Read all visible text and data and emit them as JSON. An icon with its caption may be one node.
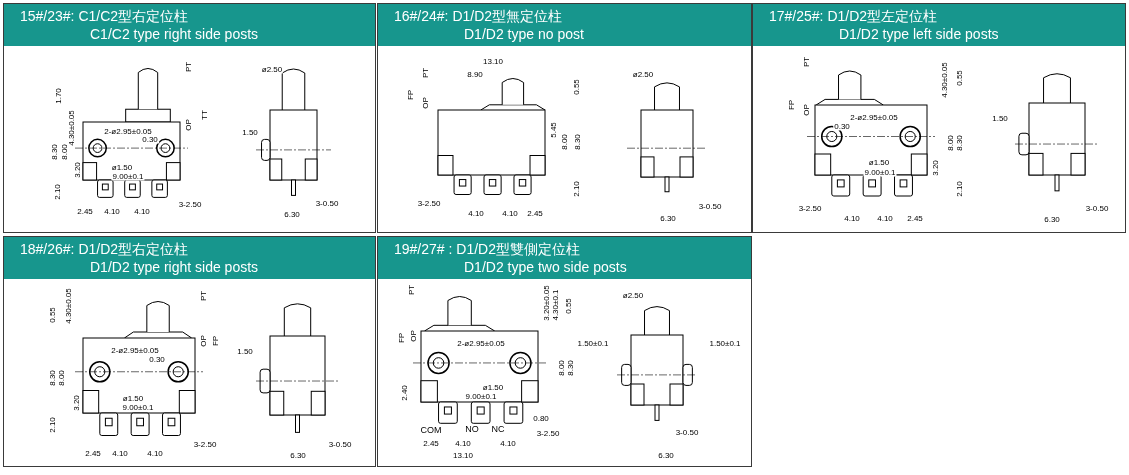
{
  "diagram": {
    "nodes": [
      {
        "text": [
          "15#/23#: C1/C2型右定位柱",
          "C1/C2 type right side posts"
        ]
      },
      {
        "text": [
          "16#/24#: D1/D2型無定位柱",
          "D1/D2 type no post"
        ]
      },
      {
        "text": [
          "17#/25#: D1/D2型左定位柱",
          "D1/D2 type left side posts"
        ]
      },
      {
        "text": [
          "18#/26#: D1/D2型右定位柱",
          "D1/D2 type right side posts"
        ]
      },
      {
        "text": [
          "19#/27# : D1/D2型雙側定位柱",
          "D1/D2 type two side posts"
        ]
      }
    ],
    "labels": [
      "PT",
      "OP",
      "TT",
      "1.70",
      "4.30±0.05",
      "8.30",
      "8.00",
      "3.20",
      "2.10",
      "2-ø2.95±0.05",
      "0.30",
      "ø1.50",
      "9.00±0.1",
      "2.45",
      "4.10",
      "4.10",
      "3-2.50",
      "ø2.50",
      "1.50",
      "3-0.50",
      "6.30",
      "PT",
      "FP",
      "OP",
      "13.10",
      "8.90",
      "0.55",
      "5.45",
      "8.00",
      "8.30",
      "2.10",
      "3-2.50",
      "4.10",
      "4.10",
      "2.45",
      "ø2.50",
      "3-0.50",
      "6.30",
      "PT",
      "FP",
      "OP",
      "4.30±0.05",
      "0.55",
      "2-ø2.95±0.05",
      "0.30",
      "ø1.50",
      "9.00±0.1",
      "3.20",
      "8.00",
      "8.30",
      "2.10",
      "3-2.50",
      "4.10",
      "4.10",
      "2.45",
      "1.50",
      "3-0.50",
      "6.30",
      "0.55",
      "4.30±0.05",
      "PT",
      "OP",
      "FP",
      "2-ø2.95±0.05",
      "0.30",
      "8.30",
      "8.00",
      "3.20",
      "ø1.50",
      "9.00±0.1",
      "2.10",
      "3-2.50",
      "2.45",
      "4.10",
      "4.10",
      "1.50",
      "3-0.50",
      "6.30",
      "PT",
      "FP",
      "OP",
      "3.20±0.05",
      "4.30±0.1",
      "0.55",
      "2-ø2.95±0.05",
      "ø1.50",
      "9.00±0.1",
      "8.00",
      "8.30",
      "2.40",
      "0.80",
      "3-2.50",
      "COM",
      "NO",
      "NC",
      "2.45",
      "4.10",
      "4.10",
      "13.10",
      "ø2.50",
      "1.50±0.1",
      "1.50±0.1",
      "3-0.50",
      "6.30"
    ]
  }
}
